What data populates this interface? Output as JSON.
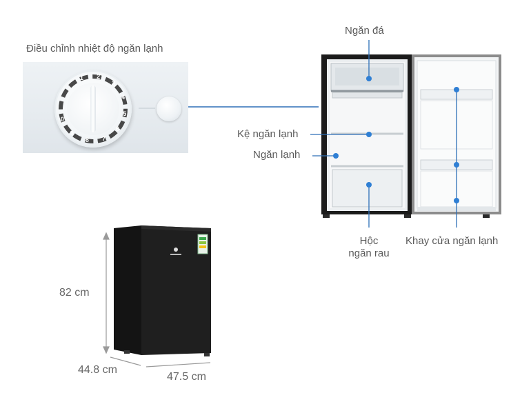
{
  "thermostat": {
    "title": "Điều chỉnh nhiệt độ ngăn lạnh",
    "dial_numbers": [
      "1",
      "2",
      "3",
      "4",
      "5",
      "6",
      "7",
      "8",
      "9",
      "0"
    ]
  },
  "callouts": {
    "freezer": "Ngăn đá",
    "shelf": "Kệ ngăn lạnh",
    "fridge": "Ngăn lạnh",
    "crisper_line1": "Hộc",
    "crisper_line2": "ngăn rau",
    "door_tray": "Khay cửa ngăn lạnh"
  },
  "dimensions": {
    "height": "82 cm",
    "depth": "44.8 cm",
    "width": "47.5 cm"
  },
  "colors": {
    "callout_line": "#2d6fb7",
    "callout_dot": "#2f7fd4",
    "fridge_body": "#1b1b1b",
    "door_frame": "#8c8c8c"
  }
}
